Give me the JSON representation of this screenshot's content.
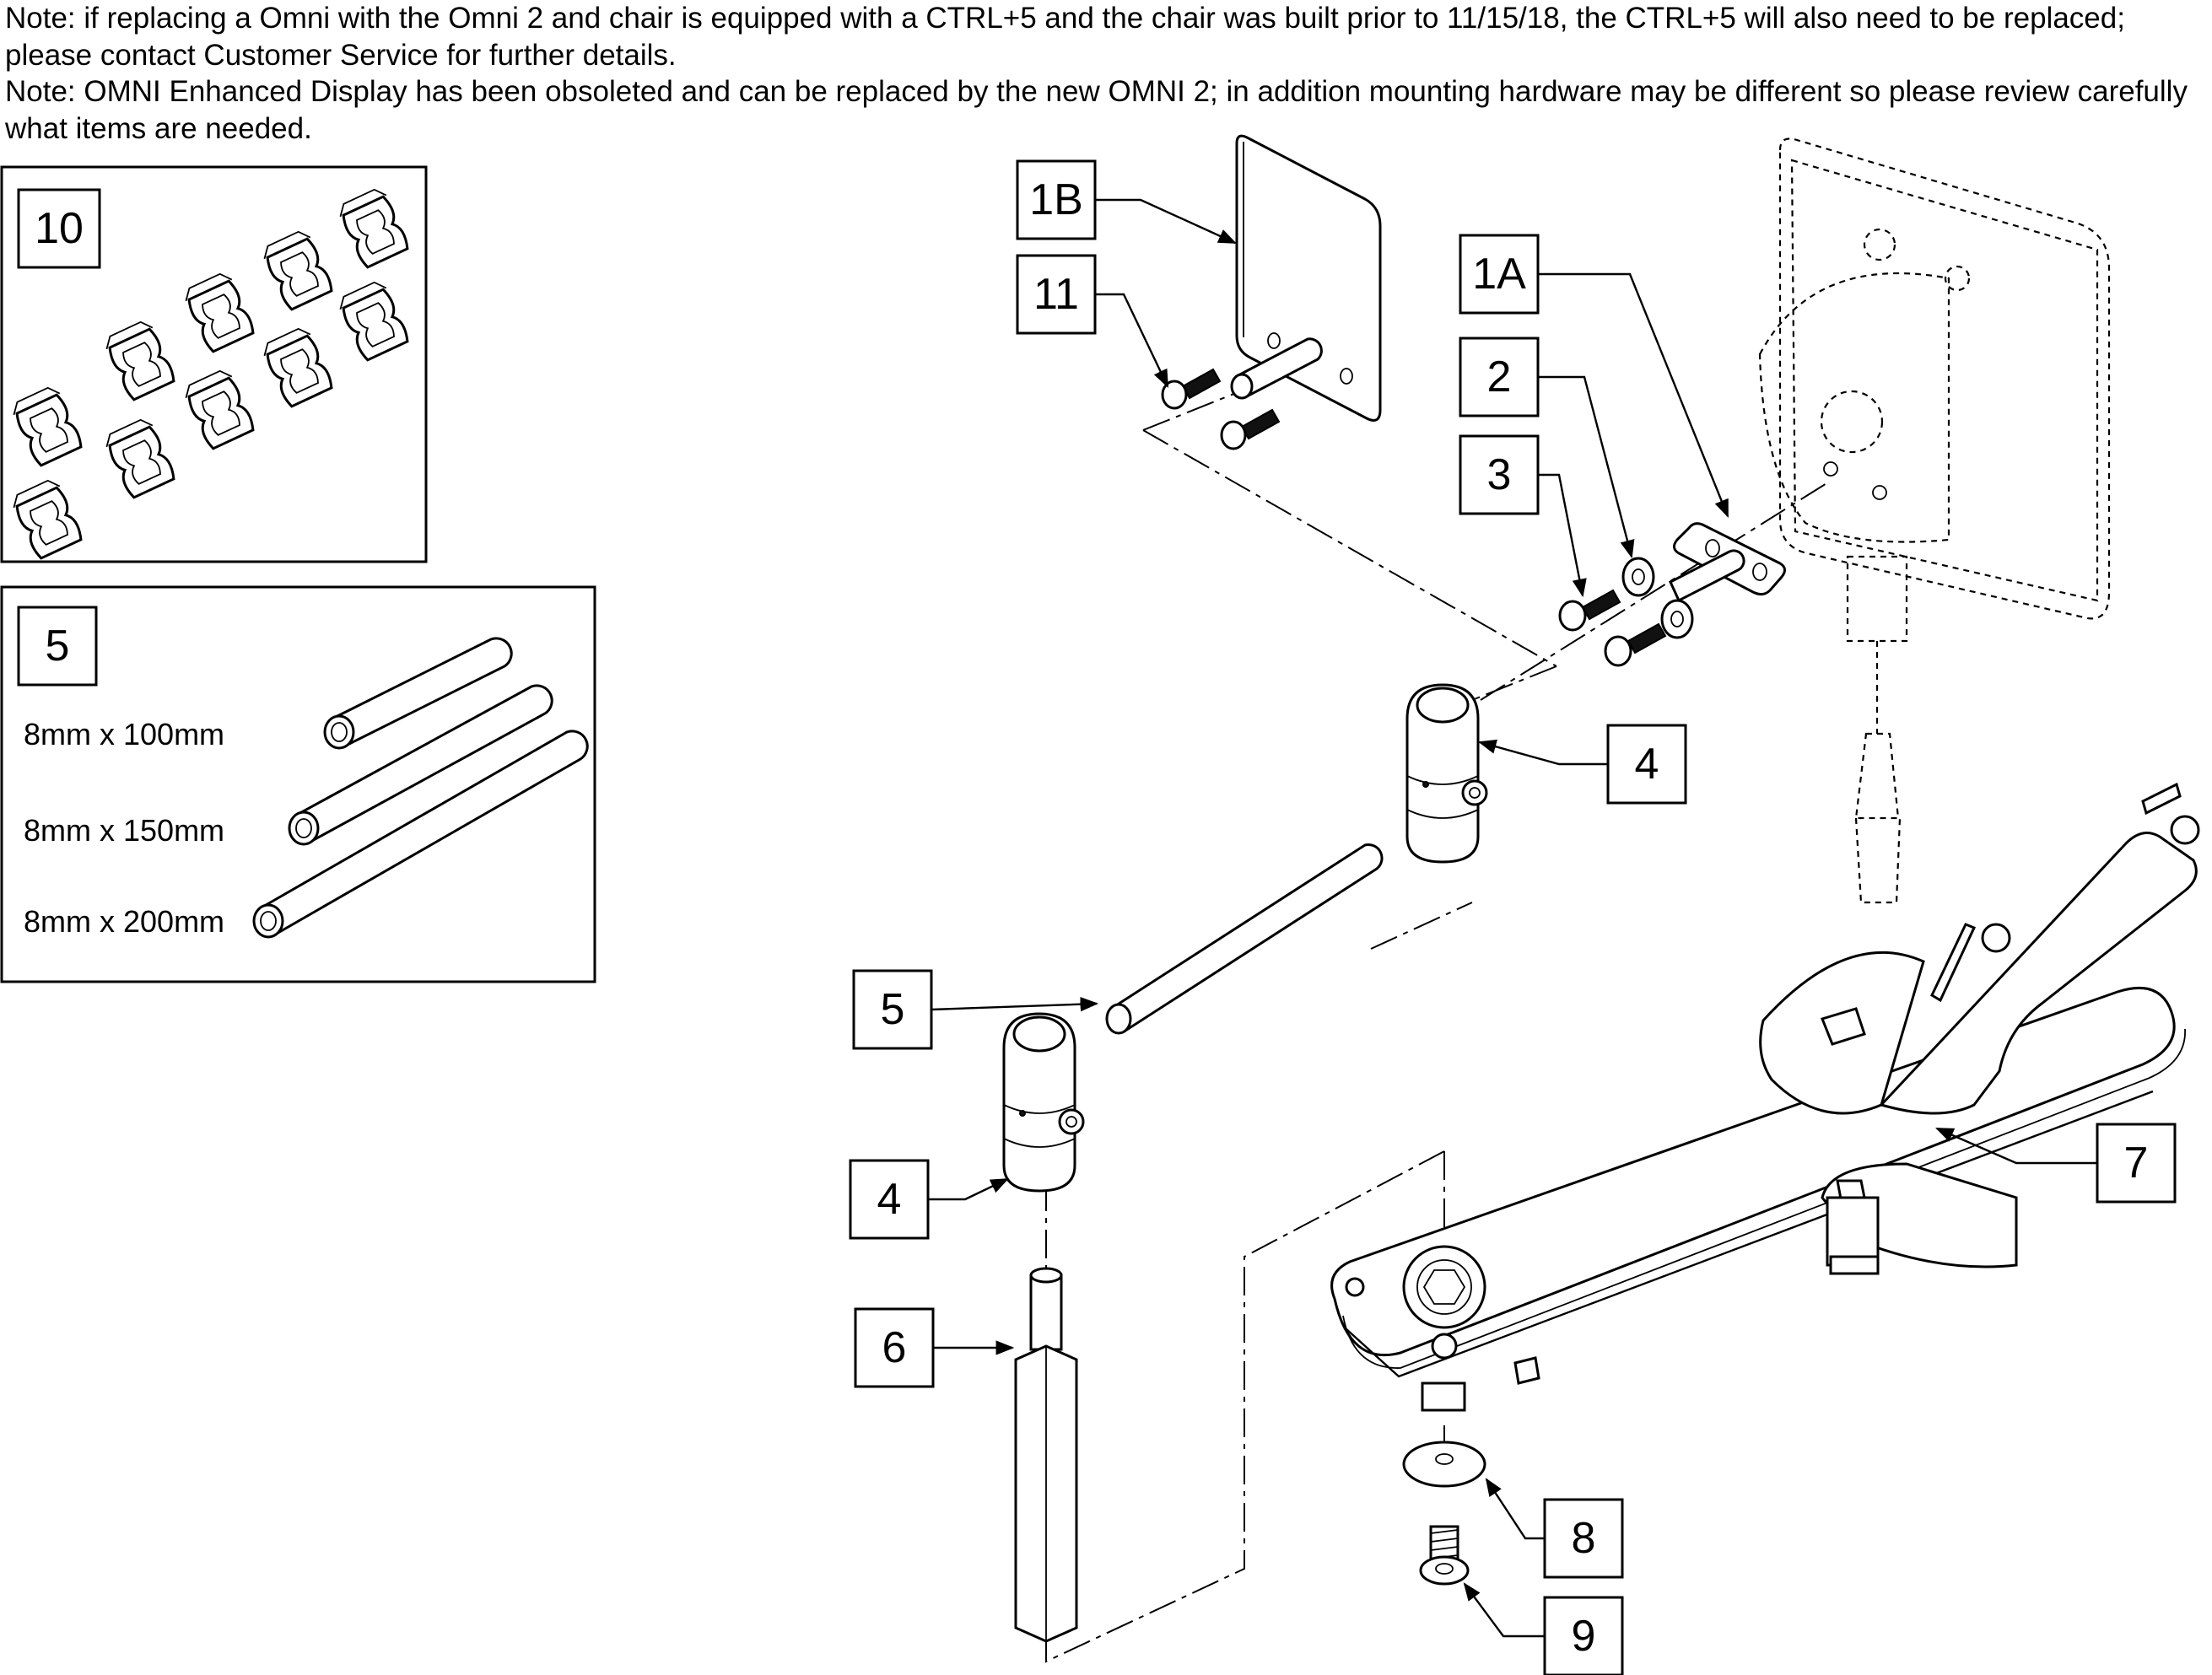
{
  "notes": {
    "line1": "Note: if replacing a Omni with the Omni 2 and chair is equipped with a CTRL+5 and the chair was built prior to 11/15/18, the CTRL+5 will also need to be replaced; please contact Customer Service for further details.",
    "line2": "Note: OMNI Enhanced Display has been obsoleted and can be replaced by the new OMNI 2; in addition mounting hardware may be different so please review carefully what items are needed."
  },
  "callouts": {
    "c1B": "1B",
    "c11": "11",
    "c1A": "1A",
    "c2": "2",
    "c3": "3",
    "c4_upper": "4",
    "c5": "5",
    "c4_lower": "4",
    "c6": "6",
    "c7": "7",
    "c8": "8",
    "c9": "9",
    "c10": "10"
  },
  "inset_rods": {
    "label": "5",
    "sizes": [
      "8mm x 100mm",
      "8mm x 150mm",
      "8mm x 200mm"
    ]
  }
}
